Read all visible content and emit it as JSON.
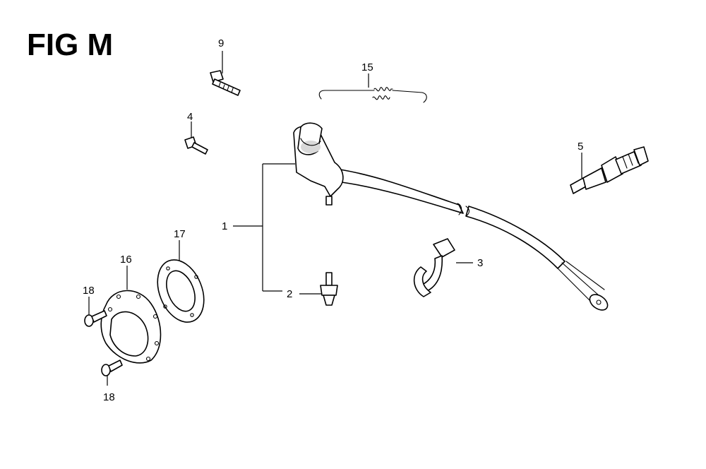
{
  "figure": {
    "title": "FIG M"
  },
  "callouts": {
    "c1": "1",
    "c2": "2",
    "c3": "3",
    "c4": "4",
    "c5": "5",
    "c9": "9",
    "c15": "15",
    "c16": "16",
    "c17": "17",
    "c18a": "18",
    "c18b": "18"
  }
}
